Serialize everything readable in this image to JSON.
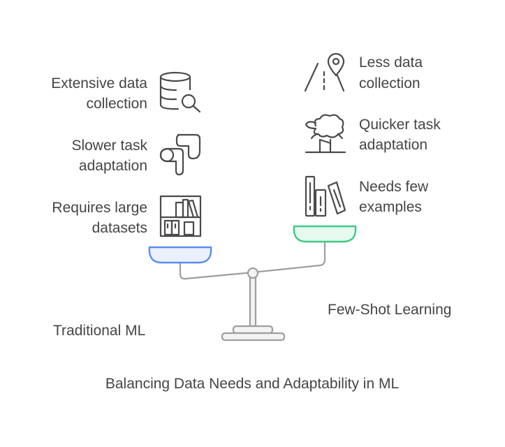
{
  "title": "Balancing Data Needs and Adaptability in ML",
  "left": {
    "label": "Traditional ML",
    "color": "#5b8def",
    "fill": "#eaf1fd",
    "items": [
      {
        "line1": "Extensive data",
        "line2": "collection",
        "icon": "database-search-icon"
      },
      {
        "line1": "Slower task",
        "line2": "adaptation",
        "icon": "slow-path-icon"
      },
      {
        "line1": "Requires large",
        "line2": "datasets",
        "icon": "bookshelf-icon"
      }
    ]
  },
  "right": {
    "label": "Few-Shot Learning",
    "color": "#3ec987",
    "fill": "#e6f9ef",
    "items": [
      {
        "line1": "Less data",
        "line2": "collection",
        "icon": "road-pin-icon"
      },
      {
        "line1": "Quicker task",
        "line2": "adaptation",
        "icon": "sheep-jump-icon"
      },
      {
        "line1": "Needs few",
        "line2": "examples",
        "icon": "books-icon"
      }
    ]
  }
}
